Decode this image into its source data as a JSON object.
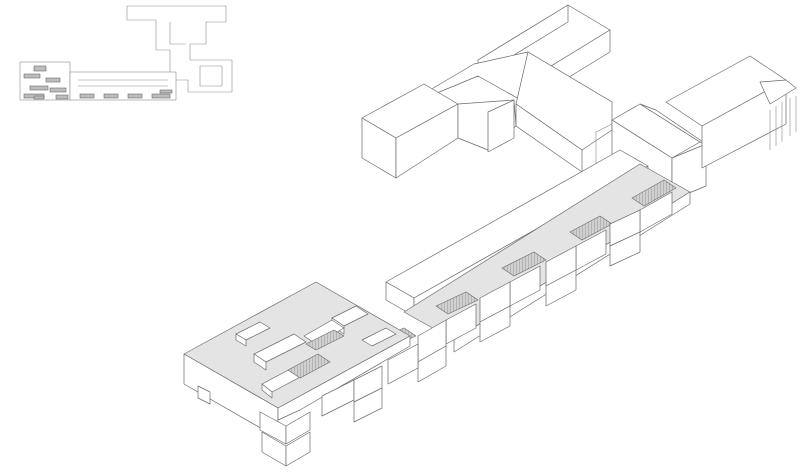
{
  "colors": {
    "background": "#ffffff",
    "line": "#6a6a6a",
    "roof_fill": "#e4e4e4",
    "shade_fill": "#bdbdbd"
  },
  "drawing": {
    "kind": "axonometric line drawing",
    "parts": [
      "key-plan-inset",
      "historic-building-block",
      "new-linear-wing",
      "terminal-block"
    ]
  }
}
